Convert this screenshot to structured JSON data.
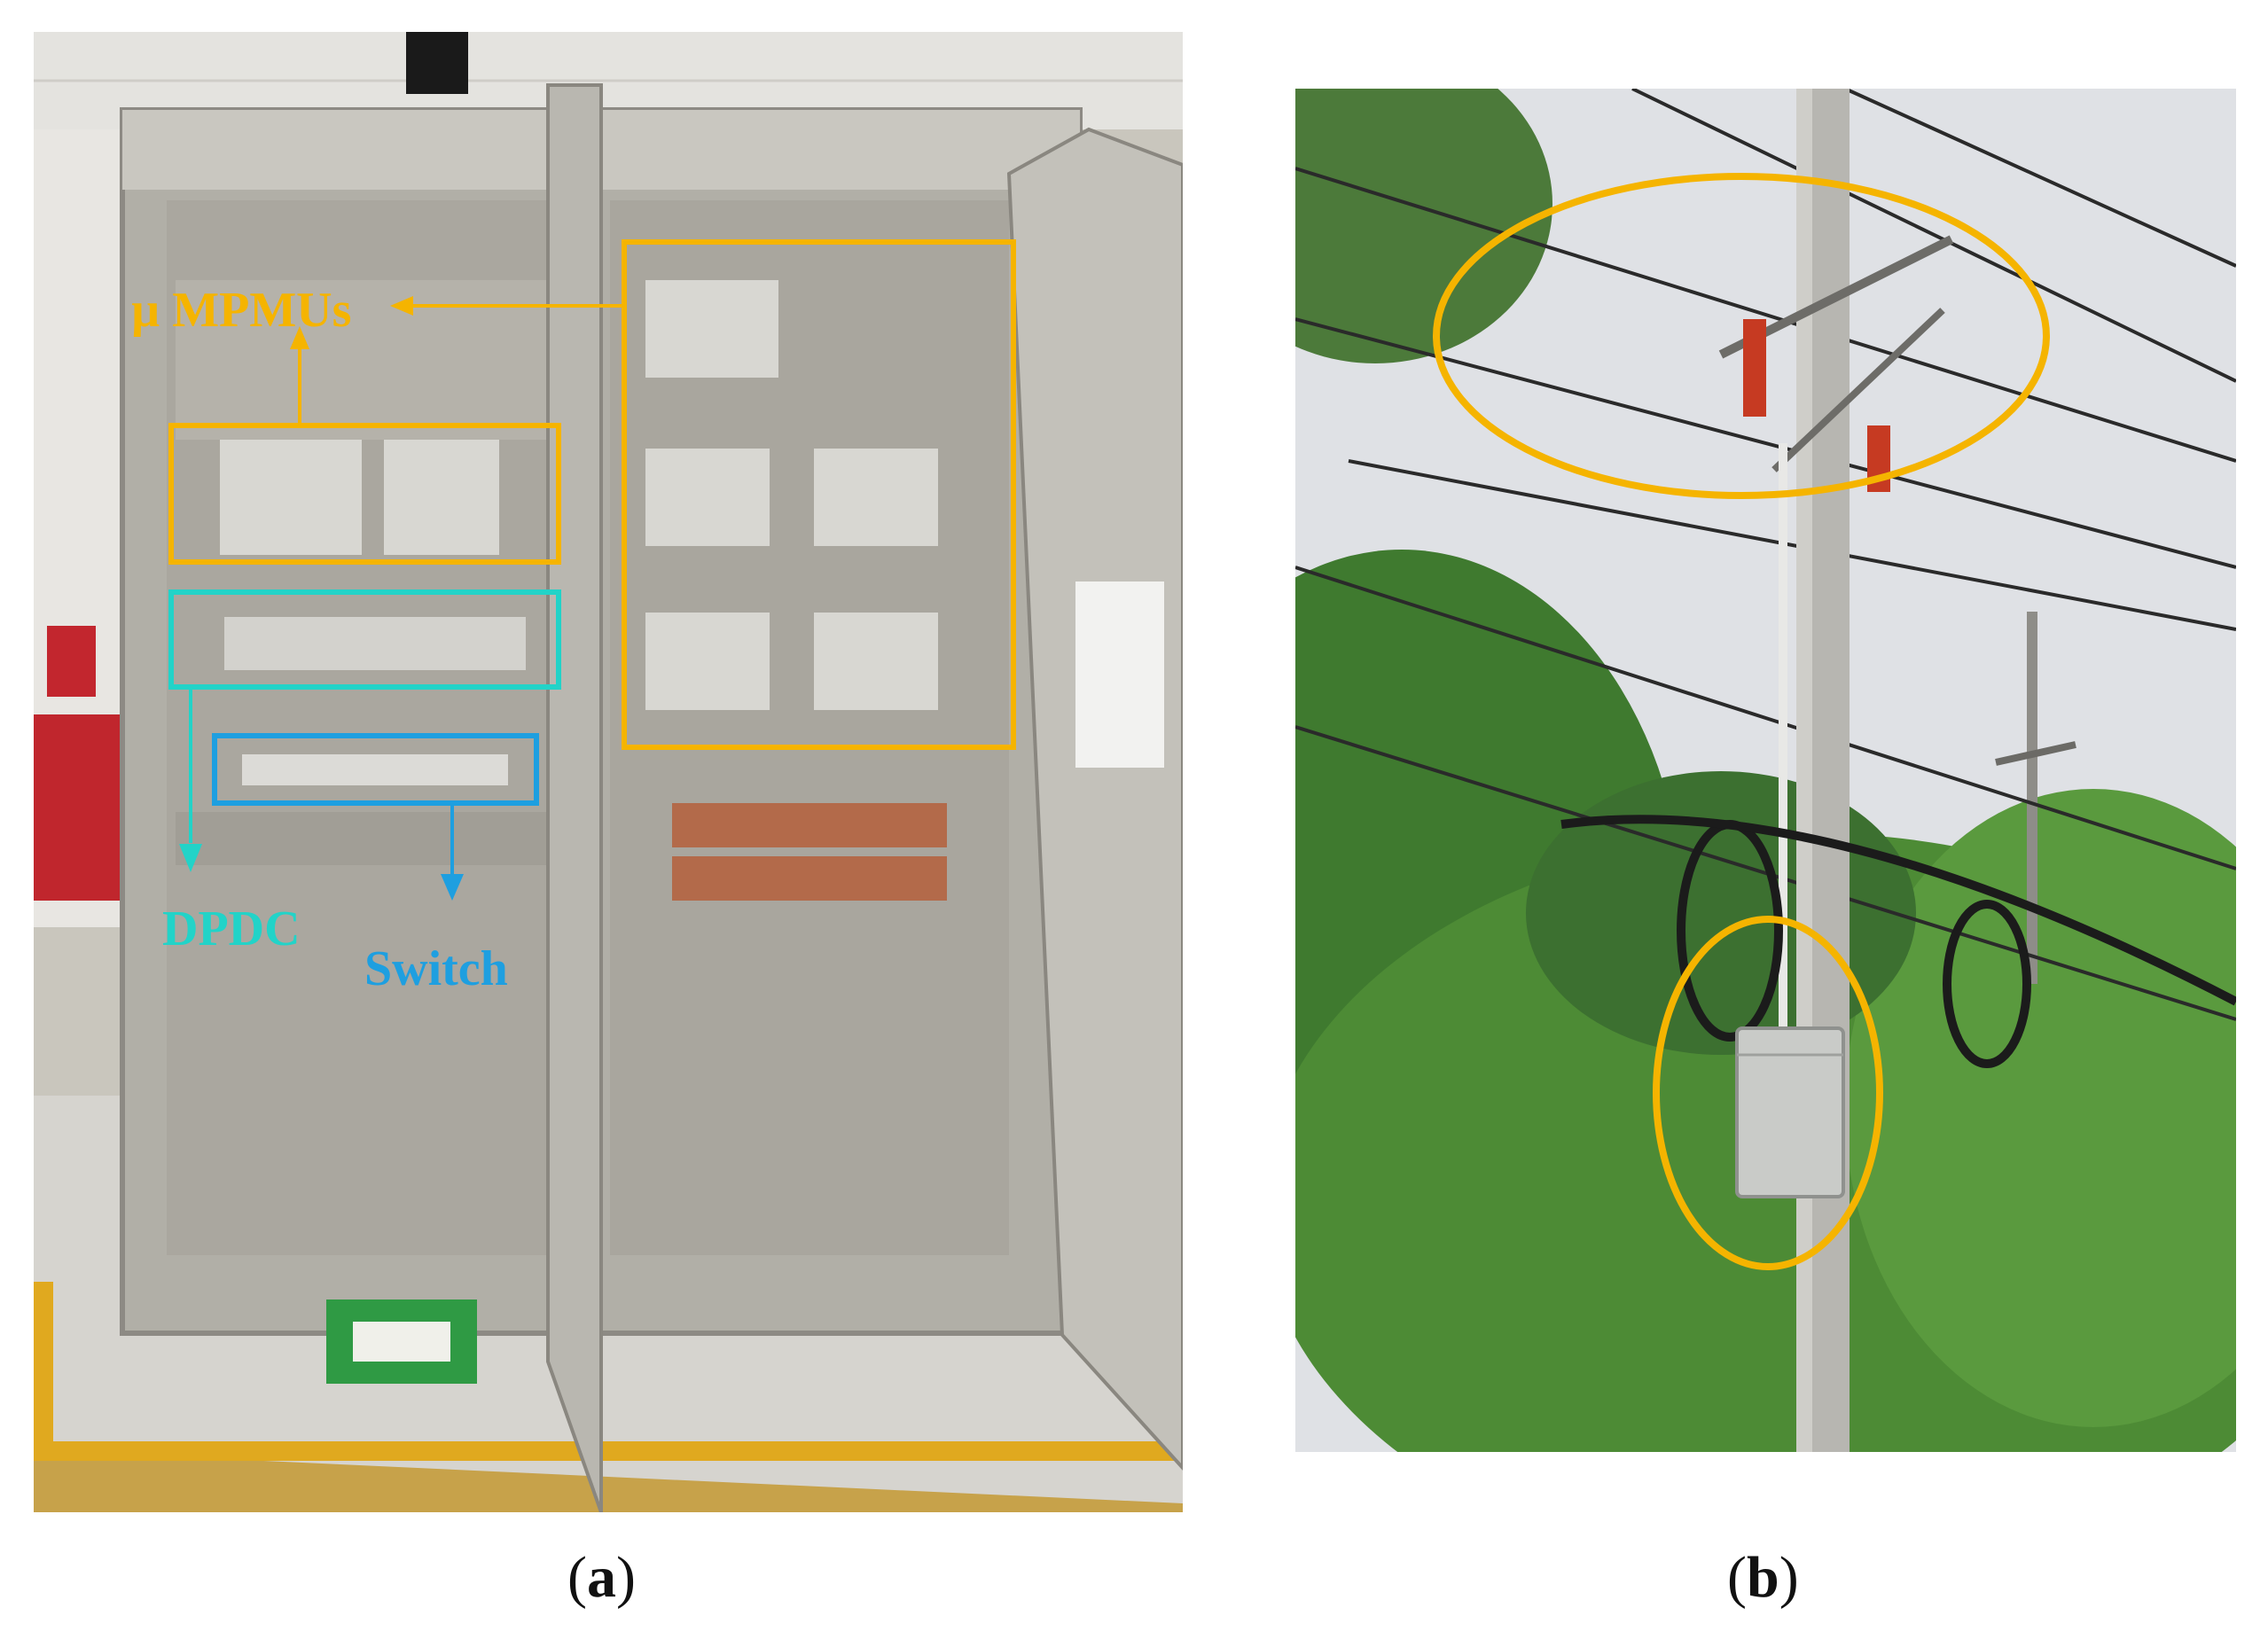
{
  "figure": {
    "panel_a": {
      "caption_open": "(",
      "caption_letter": "a",
      "caption_close": ")",
      "labels": {
        "mpmus": "µ MPMUs",
        "dpdc": "DPDC",
        "switch": "Switch"
      },
      "colors": {
        "mpmu_box": "#f5b400",
        "dpdc_box": "#22d3c8",
        "switch_box": "#1e9fe0"
      }
    },
    "panel_b": {
      "caption_open": "(",
      "caption_letter": "b",
      "caption_close": ")",
      "colors": {
        "highlight_ellipse": "#f5b400"
      }
    }
  }
}
